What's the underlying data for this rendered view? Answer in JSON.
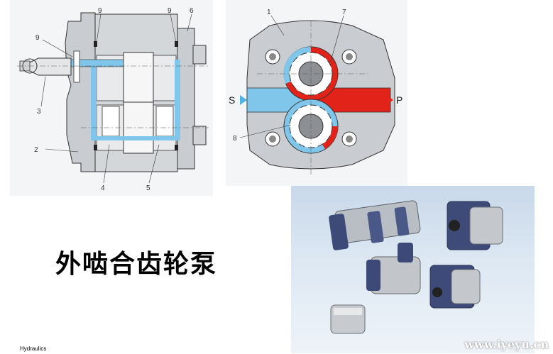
{
  "title": "外啮合齿轮泵",
  "footer": "Hydraulics",
  "watermark": "www.iyeyu.cn",
  "section_view": {
    "labels": [
      "9",
      "9",
      "6",
      "9",
      "3",
      "2",
      "4",
      "5"
    ]
  },
  "cross_section": {
    "labels": [
      "1",
      "7",
      "8"
    ],
    "suction": "S",
    "pressure": "P"
  },
  "colors": {
    "suction_blue": "#7fc6ea",
    "pressure_red": "#e2231a",
    "housing_gray": "#c9ccd0",
    "line_dark": "#333333"
  }
}
